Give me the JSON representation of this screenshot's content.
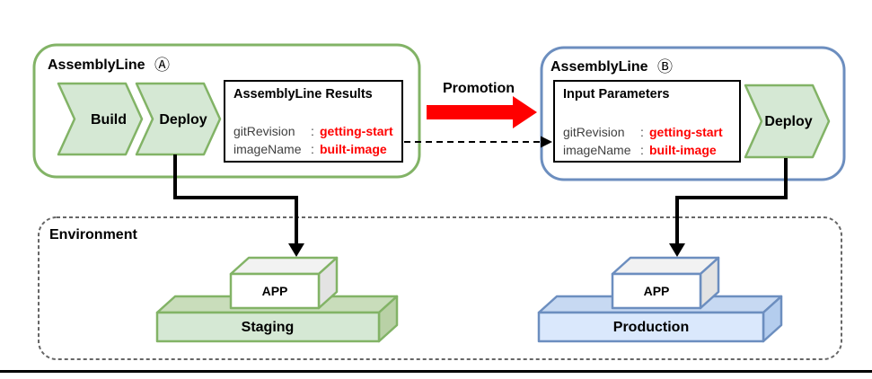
{
  "colors": {
    "green_stroke": "#82b366",
    "green_fill": "#d5e8d4",
    "green_top": "#c9ddbb",
    "green_side": "#b9d1a6",
    "blue_stroke": "#6c8ebf",
    "blue_fill": "#dae8fc",
    "blue_top": "#c7d9f2",
    "blue_side": "#b4cdee",
    "app_top": "#f2f2f2",
    "app_side": "#e3e3e3",
    "red_accent": "#ff0000",
    "key_text": "#404040",
    "env_border": "#666666"
  },
  "assembly_line_a": {
    "title": "AssemblyLine",
    "badge": "Ⓐ",
    "stages": [
      {
        "label": "Build"
      },
      {
        "label": "Deploy"
      }
    ],
    "results_box": {
      "title": "AssemblyLine Results",
      "rows": [
        {
          "key": "gitRevision",
          "colon": ":",
          "value": "getting-start"
        },
        {
          "key": "imageName",
          "colon": ":",
          "value": "built-image"
        }
      ]
    }
  },
  "promotion": {
    "label": "Promotion"
  },
  "assembly_line_b": {
    "title": "AssemblyLine",
    "badge": "Ⓑ",
    "params_box": {
      "title": "Input Parameters",
      "rows": [
        {
          "key": "gitRevision",
          "colon": ":",
          "value": "getting-start"
        },
        {
          "key": "imageName",
          "colon": ":",
          "value": "built-image"
        }
      ]
    },
    "stages": [
      {
        "label": "Deploy"
      }
    ]
  },
  "environment": {
    "title": "Environment",
    "staging": {
      "app": "APP",
      "platform": "Staging"
    },
    "production": {
      "app": "APP",
      "platform": "Production"
    }
  }
}
